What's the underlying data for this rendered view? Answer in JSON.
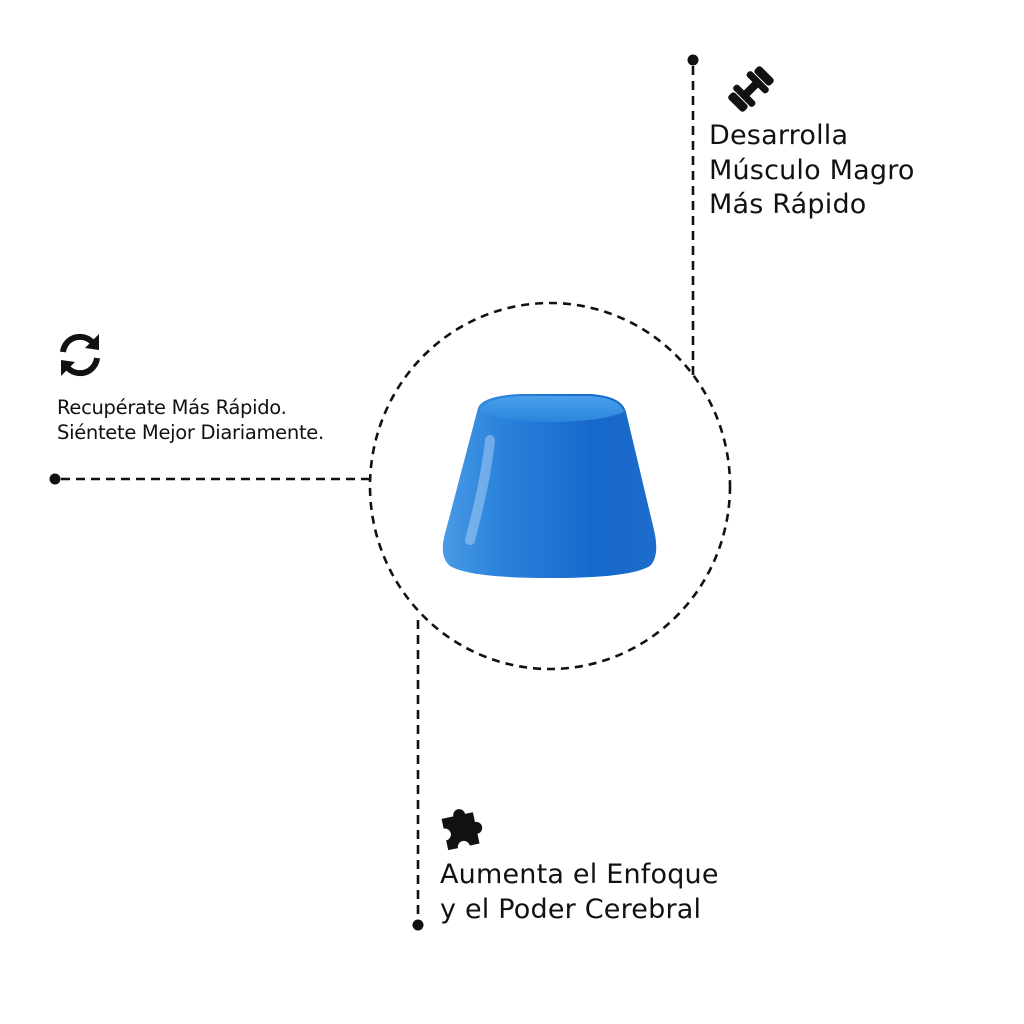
{
  "colors": {
    "gummy": "#1f74d4",
    "line": "#111111"
  },
  "benefits": [
    {
      "icon": "dumbbell-icon",
      "lines": [
        "Desarrolla",
        "Músculo Magro",
        "Más Rápido"
      ]
    },
    {
      "icon": "refresh-icon",
      "lines": [
        "Recupérate Más Rápido.",
        "Siéntete Mejor Diariamente."
      ]
    },
    {
      "icon": "puzzle-icon",
      "lines": [
        "Aumenta el Enfoque",
        "y el Poder Cerebral"
      ]
    }
  ]
}
